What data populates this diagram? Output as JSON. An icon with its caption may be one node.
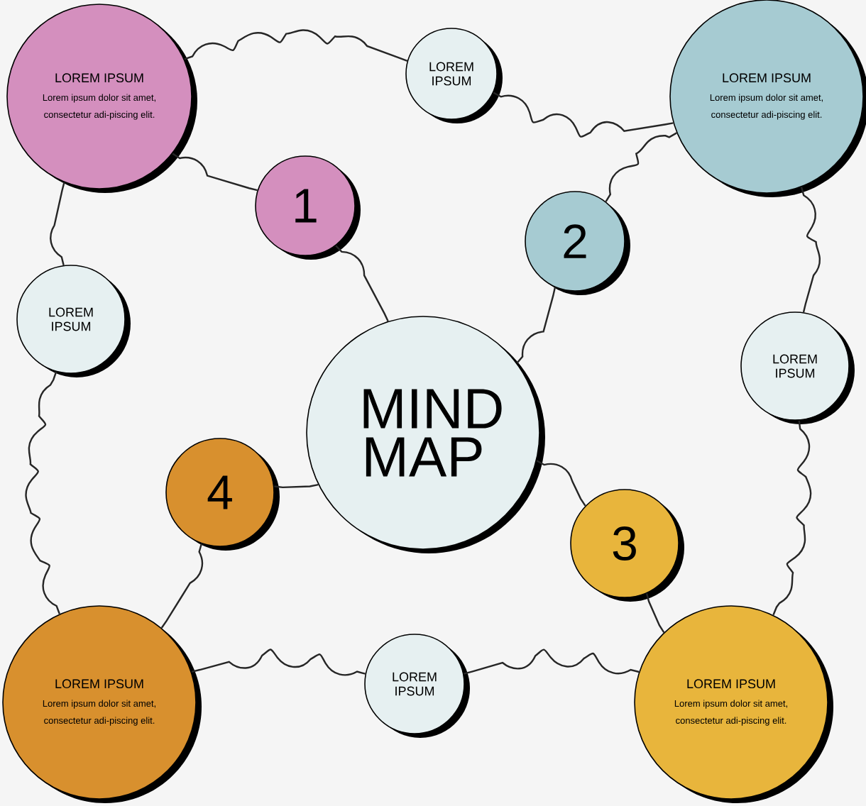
{
  "diagram": {
    "nodes": [
      {
        "text": [
          "LOREM IPSUM",
          "Lorem ipsum dolor sit amet, consectetur adi-piscing elit."
        ]
      },
      {
        "text": [
          "LOREM IPSUM"
        ]
      },
      {
        "text": [
          "LOREM IPSUM",
          "Lorem ipsum dolor sit amet, consectetur adi-piscing elit."
        ]
      },
      {
        "text": [
          "1"
        ]
      },
      {
        "text": [
          "2"
        ]
      },
      {
        "text": [
          "LOREM IPSUM"
        ]
      },
      {
        "text": [
          "LOREM IPSUM"
        ]
      },
      {
        "text": [
          "MIND MAP"
        ]
      },
      {
        "text": [
          "4"
        ]
      },
      {
        "text": [
          "3"
        ]
      },
      {
        "text": [
          "LOREM IPSUM",
          "Lorem ipsum dolor sit amet, consectetur adi-piscing elit."
        ]
      },
      {
        "text": [
          "LOREM IPSUM"
        ]
      },
      {
        "text": [
          "LOREM IPSUM",
          "Lorem ipsum dolor sit amet, consectetur adi-piscing elit."
        ]
      }
    ],
    "edges": [
      {
        "from": 0,
        "to": 1,
        "arrow": "none"
      },
      {
        "from": 1,
        "to": 2,
        "arrow": "none"
      },
      {
        "from": 2,
        "to": 6,
        "arrow": "none"
      },
      {
        "from": 6,
        "to": 12,
        "arrow": "none"
      },
      {
        "from": 12,
        "to": 11,
        "arrow": "none"
      },
      {
        "from": 11,
        "to": 10,
        "arrow": "none"
      },
      {
        "from": 10,
        "to": 5,
        "arrow": "none"
      },
      {
        "from": 5,
        "to": 0,
        "arrow": "none"
      },
      {
        "from": 0,
        "to": 3,
        "arrow": "none"
      },
      {
        "from": 3,
        "to": 7,
        "arrow": "none"
      },
      {
        "from": 7,
        "to": 4,
        "arrow": "none"
      },
      {
        "from": 4,
        "to": 2,
        "arrow": "none"
      },
      {
        "from": 7,
        "to": 9,
        "arrow": "none"
      },
      {
        "from": 9,
        "to": 12,
        "arrow": "none"
      },
      {
        "from": 7,
        "to": 8,
        "arrow": "none"
      },
      {
        "from": 8,
        "to": 10,
        "arrow": "none"
      }
    ]
  }
}
